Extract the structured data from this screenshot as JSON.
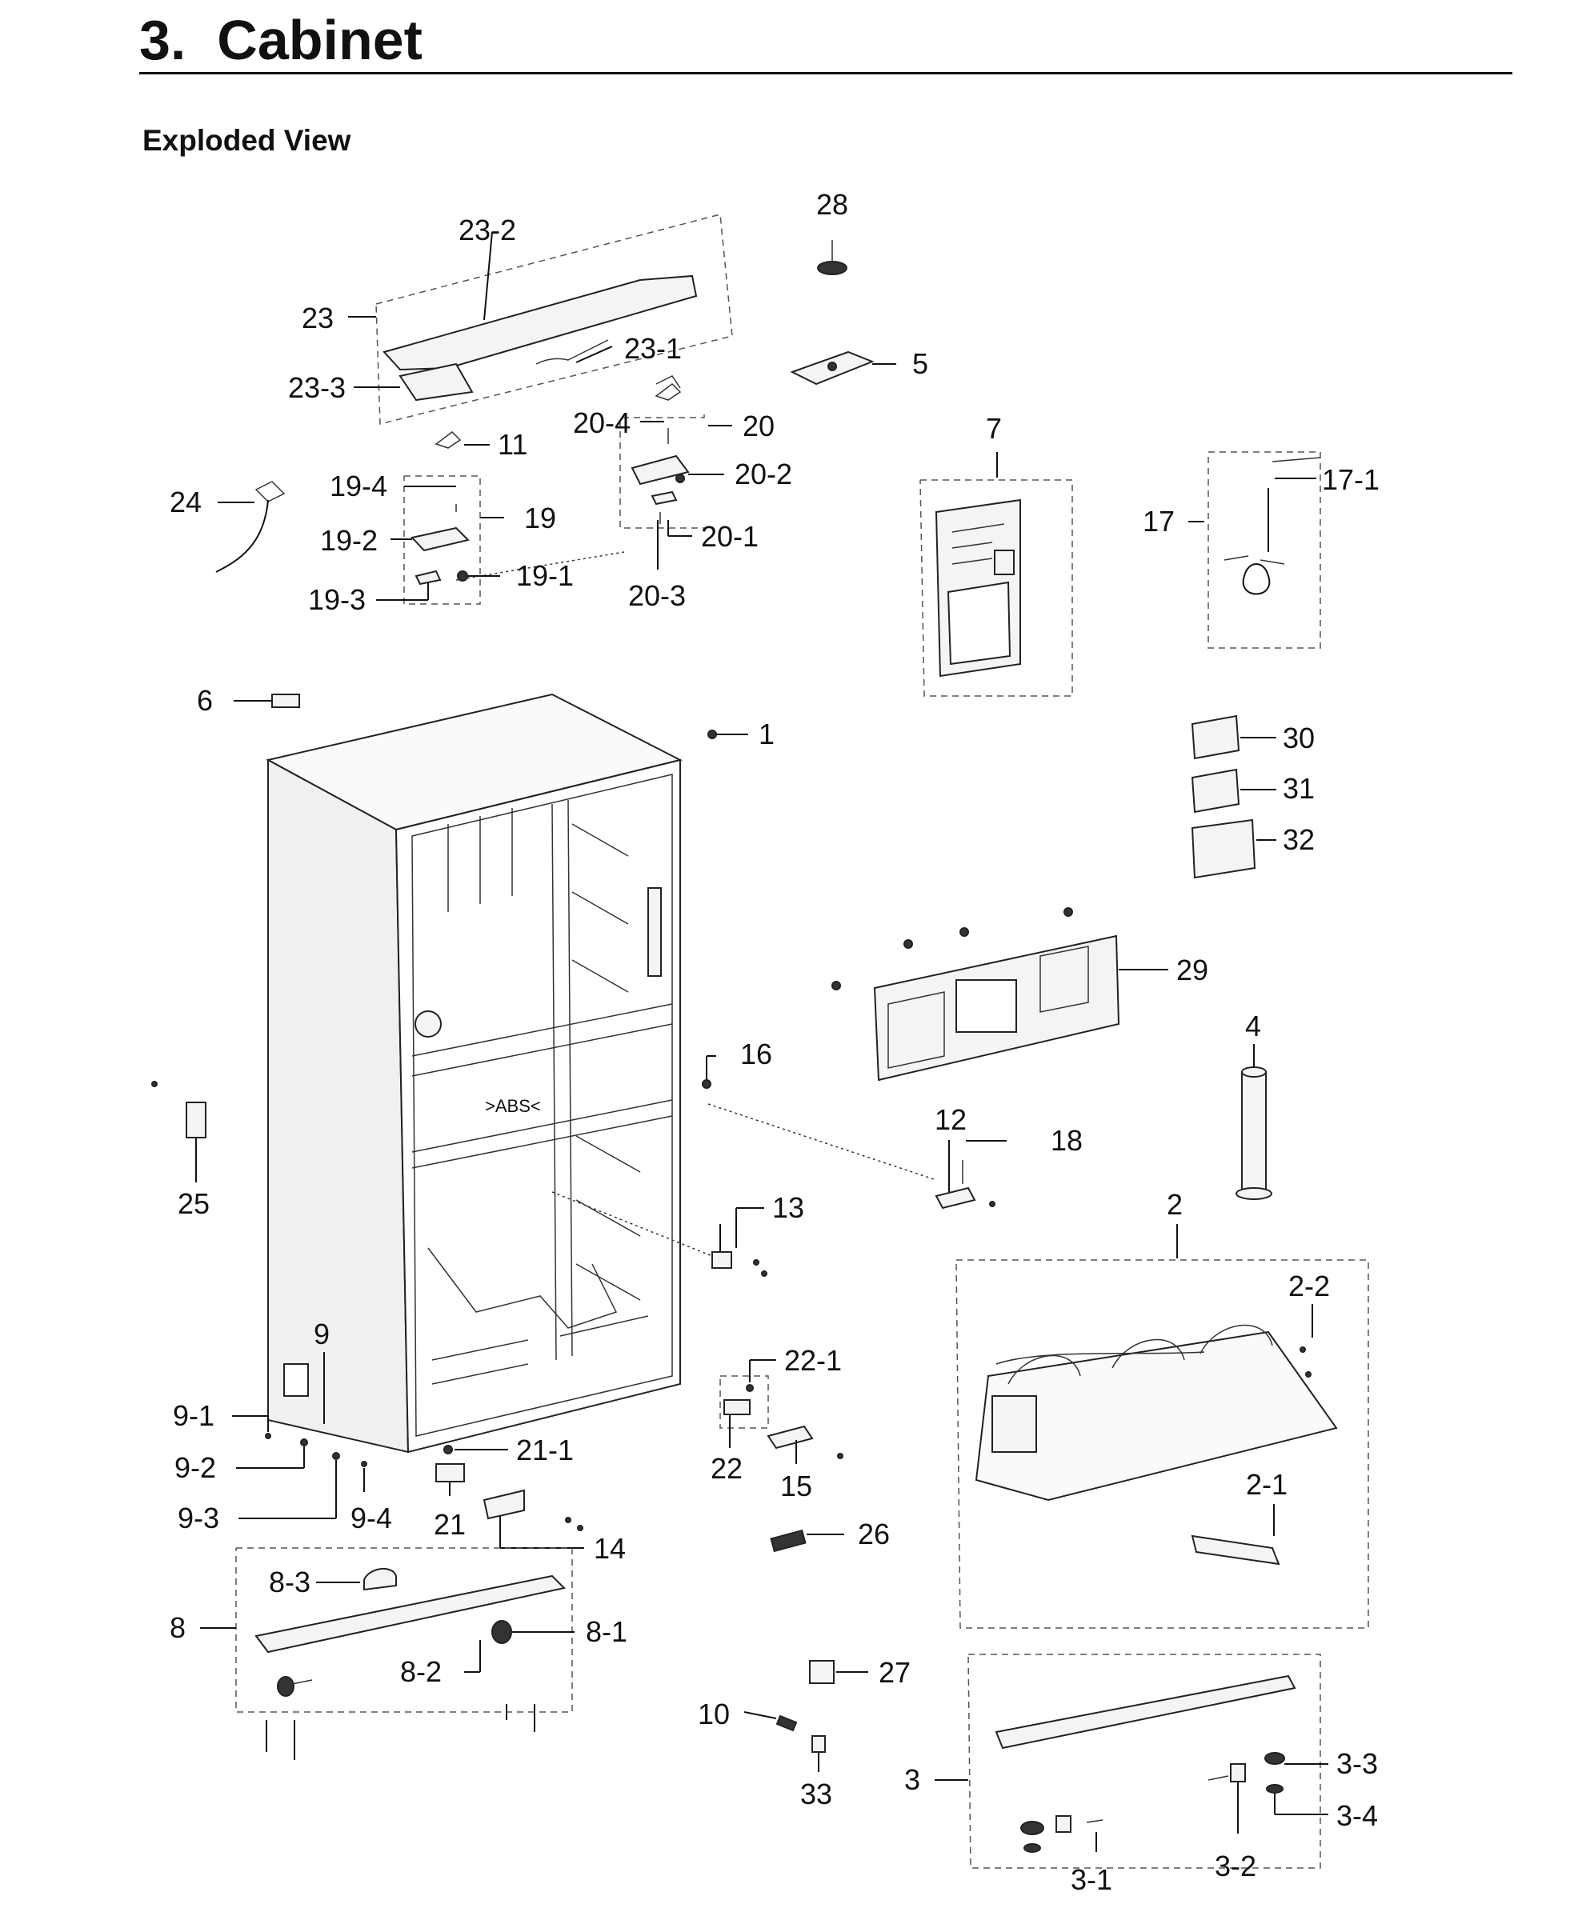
{
  "header": {
    "title": "3.  Cabinet",
    "subtitle": "Exploded View"
  },
  "labels": {
    "l1": "1",
    "l2": "2",
    "l2_1": "2-1",
    "l2_2": "2-2",
    "l3": "3",
    "l3_1": "3-1",
    "l3_2": "3-2",
    "l3_3": "3-3",
    "l3_4": "3-4",
    "l4": "4",
    "l5": "5",
    "l6": "6",
    "l7": "7",
    "l8": "8",
    "l8_1": "8-1",
    "l8_2": "8-2",
    "l8_3": "8-3",
    "l9": "9",
    "l9_1": "9-1",
    "l9_2": "9-2",
    "l9_3": "9-3",
    "l9_4": "9-4",
    "l10": "10",
    "l11": "11",
    "l12": "12",
    "l13": "13",
    "l14": "14",
    "l15": "15",
    "l16": "16",
    "l17": "17",
    "l17_1": "17-1",
    "l18": "18",
    "l19": "19",
    "l19_1": "19-1",
    "l19_2": "19-2",
    "l19_3": "19-3",
    "l19_4": "19-4",
    "l20": "20",
    "l20_1": "20-1",
    "l20_2": "20-2",
    "l20_3": "20-3",
    "l20_4": "20-4",
    "l21": "21",
    "l21_1": "21-1",
    "l22": "22",
    "l22_1": "22-1",
    "l23": "23",
    "l23_1": "23-1",
    "l23_2": "23-2",
    "l23_3": "23-3",
    "l24": "24",
    "l25": "25",
    "l26": "26",
    "l27": "27",
    "l28": "28",
    "l29": "29",
    "l30": "30",
    "l31": "31",
    "l32": "32",
    "l33": "33"
  },
  "cabinet_marking": ">ABS<"
}
